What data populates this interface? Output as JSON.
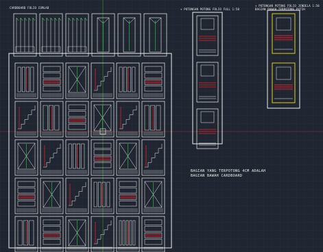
{
  "labels": {
    "left_header": "CARDBOARD FOLIO COMLAB",
    "middle_header": "+ POTONGAN POTONG FOLIO FULL 1:50",
    "right_header_line1": "+ POTONGAN POTONG FOLIO JENDELA 1:50",
    "right_header_line2": "BAGIAN BAWAH TERPOTONG PUTIH",
    "note_line1": "BAGIAN YANG TERPOTONG 4CM ADALAH",
    "note_line2": "BAGIAN BAWAH CARDBOARD"
  },
  "colors": {
    "background": "#1f2631",
    "grid": "#2b3340",
    "crosshair_green": "#3a7a3a",
    "crosshair_red": "#7a2a2a",
    "line_white": "#f2f2f2",
    "accent_red": "#e0242a",
    "accent_green": "#2fd14a",
    "accent_yellow": "#f5e21a"
  },
  "sheets": {
    "main": {
      "rows": 5,
      "cols": 6
    },
    "middle_panels": 3,
    "right_panels": 2
  }
}
